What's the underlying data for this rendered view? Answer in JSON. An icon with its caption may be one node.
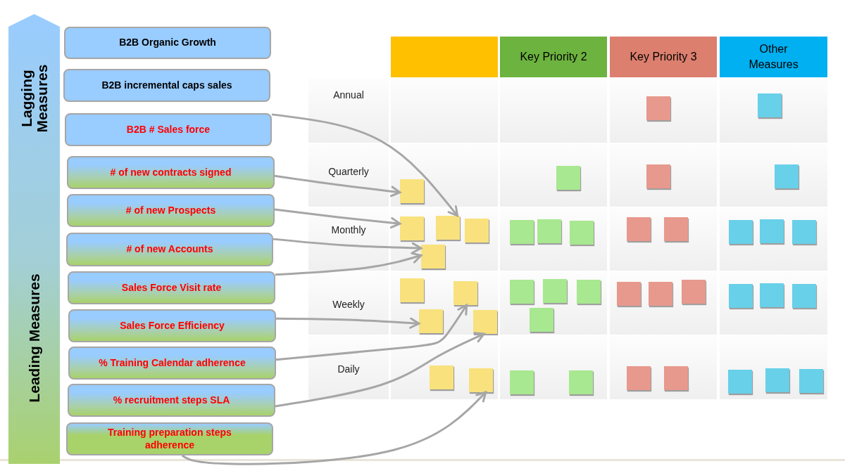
{
  "diagram": {
    "nodes": [
      {
        "text": [
          "Lagging Measures",
          "Leading Measures"
        ]
      },
      {
        "text": [
          "B2B Organic Growth"
        ]
      },
      {
        "text": [
          "B2B incremental caps sales"
        ]
      },
      {
        "text": [
          "B2B # Sales force"
        ]
      },
      {
        "text": [
          "# of new contracts signed"
        ]
      },
      {
        "text": [
          "# of new Prospects"
        ]
      },
      {
        "text": [
          "# of new Accounts"
        ]
      },
      {
        "text": [
          "Sales Force Visit rate"
        ]
      },
      {
        "text": [
          "Sales Force Efficiency"
        ]
      },
      {
        "text": [
          "% Training Calendar adherence"
        ]
      },
      {
        "text": [
          "% recruitment steps SLA"
        ]
      },
      {
        "text": [
          "Training preparation steps adherence"
        ]
      },
      {
        "text": [],
        "shape": "box"
      },
      {
        "text": [
          "Key Priority 2"
        ]
      },
      {
        "text": [
          "Key Priority 3"
        ]
      },
      {
        "text": [
          "Other Measures"
        ]
      },
      {
        "text": [],
        "shape": "box"
      },
      {
        "text": [],
        "shape": "box"
      },
      {
        "text": [],
        "shape": "box"
      },
      {
        "text": [],
        "shape": "box"
      },
      {
        "text": [],
        "shape": "box"
      },
      {
        "text": [],
        "shape": "box"
      },
      {
        "text": [],
        "shape": "box"
      },
      {
        "text": [],
        "shape": "box"
      },
      {
        "text": [],
        "shape": "box"
      },
      {
        "text": [],
        "shape": "box"
      },
      {
        "text": [],
        "shape": "box"
      },
      {
        "text": [],
        "shape": "box"
      },
      {
        "text": [],
        "shape": "box"
      },
      {
        "text": [],
        "shape": "box"
      },
      {
        "text": [],
        "shape": "box"
      },
      {
        "text": [],
        "shape": "box"
      },
      {
        "text": [],
        "shape": "box"
      },
      {
        "text": [],
        "shape": "box"
      },
      {
        "text": [],
        "shape": "box"
      },
      {
        "text": [],
        "shape": "box"
      },
      {
        "text": [],
        "shape": "box"
      },
      {
        "text": [],
        "shape": "box"
      },
      {
        "text": [],
        "shape": "box"
      },
      {
        "text": [],
        "shape": "box"
      },
      {
        "text": [],
        "shape": "box"
      },
      {
        "text": [],
        "shape": "box"
      },
      {
        "text": [],
        "shape": "box"
      },
      {
        "text": [],
        "shape": "box"
      },
      {
        "text": [],
        "shape": "box"
      },
      {
        "text": [],
        "shape": "box"
      },
      {
        "text": [],
        "shape": "box"
      },
      {
        "text": [],
        "shape": "box"
      },
      {
        "text": [],
        "shape": "box"
      },
      {
        "text": [],
        "shape": "box"
      },
      {
        "text": [],
        "shape": "box"
      },
      {
        "text": [],
        "shape": "box"
      },
      {
        "text": [],
        "shape": "box"
      },
      {
        "text": [],
        "shape": "box"
      },
      {
        "text": [],
        "shape": "box"
      },
      {
        "text": [],
        "shape": "box"
      },
      {
        "text": [],
        "shape": "box"
      }
    ],
    "edges": [
      {
        "from": 3,
        "to": 23,
        "arrow": "to"
      },
      {
        "from": 4,
        "to": 18,
        "arrow": "to"
      },
      {
        "from": 5,
        "to": 22,
        "arrow": "to"
      },
      {
        "from": 6,
        "to": 25,
        "arrow": "to"
      },
      {
        "from": 7,
        "to": 25,
        "arrow": "to"
      },
      {
        "from": 8,
        "to": 36,
        "arrow": "to"
      },
      {
        "from": 9,
        "to": 35,
        "arrow": "to"
      },
      {
        "from": 10,
        "to": 37,
        "arrow": "to"
      },
      {
        "from": 11,
        "to": 49,
        "arrow": "to"
      }
    ],
    "labels": [
      "Annual",
      "Quarterly",
      "Monthly",
      "Weekly",
      "Daily"
    ]
  }
}
